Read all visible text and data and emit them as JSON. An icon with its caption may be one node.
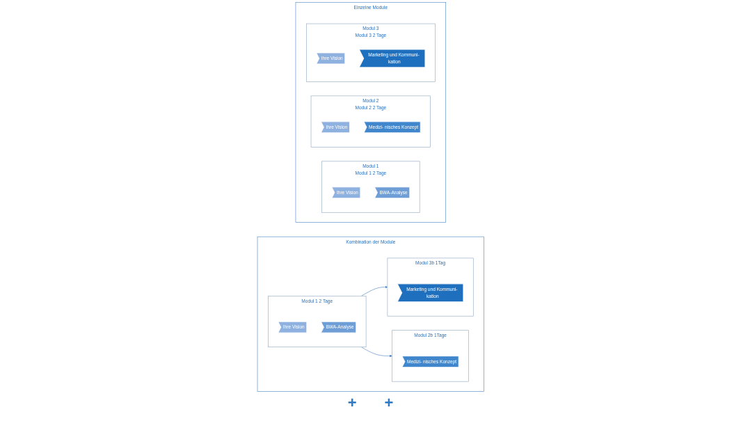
{
  "diagram": {
    "nodes": [
      {
        "text": [
          "Einzelne Module"
        ]
      },
      {
        "text": [
          "Modul 1"
        ],
        "in": 0,
        "beside": [
          "Modul 1 2 Tage"
        ]
      },
      {
        "text": [
          "Ihre Vision"
        ],
        "in": 1
      },
      {
        "text": [
          "BWA-Analyse"
        ],
        "in": 1
      },
      {
        "text": [
          "Modul 2"
        ],
        "in": 0,
        "beside": [
          "Modul 2 2 Tage"
        ]
      },
      {
        "text": [
          "Ihre Vision"
        ],
        "in": 4
      },
      {
        "text": [
          "Medizi- nisches Konzept"
        ],
        "in": 4
      },
      {
        "text": [
          "Modul 3"
        ],
        "in": 0,
        "beside": [
          "Modul 3 2 Tage"
        ]
      },
      {
        "text": [
          "Ihre Vision"
        ],
        "in": 7
      },
      {
        "text": [
          "Marketing und Kommuni- kation"
        ],
        "in": 7
      },
      {
        "text": [
          "Kombination der Module"
        ]
      },
      {
        "text": [],
        "shape": "box",
        "in": 10,
        "beside": [
          "Modul 1 2 Tage"
        ]
      },
      {
        "text": [
          "Ihre Vision"
        ],
        "in": 11
      },
      {
        "text": [
          "BWA-Analyse"
        ],
        "in": 11
      },
      {
        "text": [],
        "shape": "box",
        "in": 10,
        "beside": [
          "Modul 2b 1Tage"
        ]
      },
      {
        "text": [
          "Medizi- nisches Konzept"
        ],
        "in": 14
      },
      {
        "text": [],
        "shape": "box",
        "in": 10,
        "beside": [
          "Modul 3b 1Tag"
        ]
      },
      {
        "text": [
          "Marketing und Kommuni- kation"
        ],
        "in": 16
      }
    ],
    "edges": [
      {
        "from": 11,
        "to": 14,
        "arrow": "to"
      },
      {
        "from": 11,
        "to": 16,
        "arrow": "to"
      }
    ],
    "labels": [
      "+",
      "+"
    ]
  }
}
